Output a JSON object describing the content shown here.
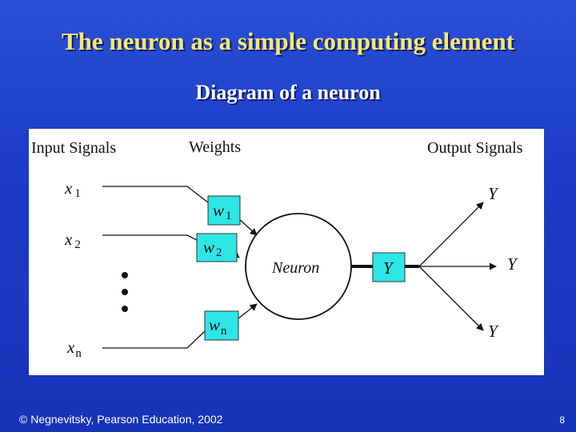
{
  "slide": {
    "title": "The neuron as a simple computing element",
    "subtitle": "Diagram of a neuron",
    "footer": "© Negnevitsky, Pearson Education, 2002",
    "page_number": "8"
  },
  "diagram": {
    "headers": {
      "inputs": "Input Signals",
      "weights": "Weights",
      "outputs": "Output Signals"
    },
    "inputs": [
      {
        "var": "x",
        "sub": "1"
      },
      {
        "var": "x",
        "sub": "2"
      },
      {
        "var": "x",
        "sub": "n"
      }
    ],
    "weights": [
      {
        "var": "w",
        "sub": "1"
      },
      {
        "var": "w",
        "sub": "2"
      },
      {
        "var": "w",
        "sub": "n"
      }
    ],
    "neuron_label": "Neuron",
    "activation_output": "Y",
    "output_labels": [
      "Y",
      "Y",
      "Y"
    ],
    "colors": {
      "weight_fill": "#2ee6e6",
      "title_text": "#f7e96a"
    }
  }
}
